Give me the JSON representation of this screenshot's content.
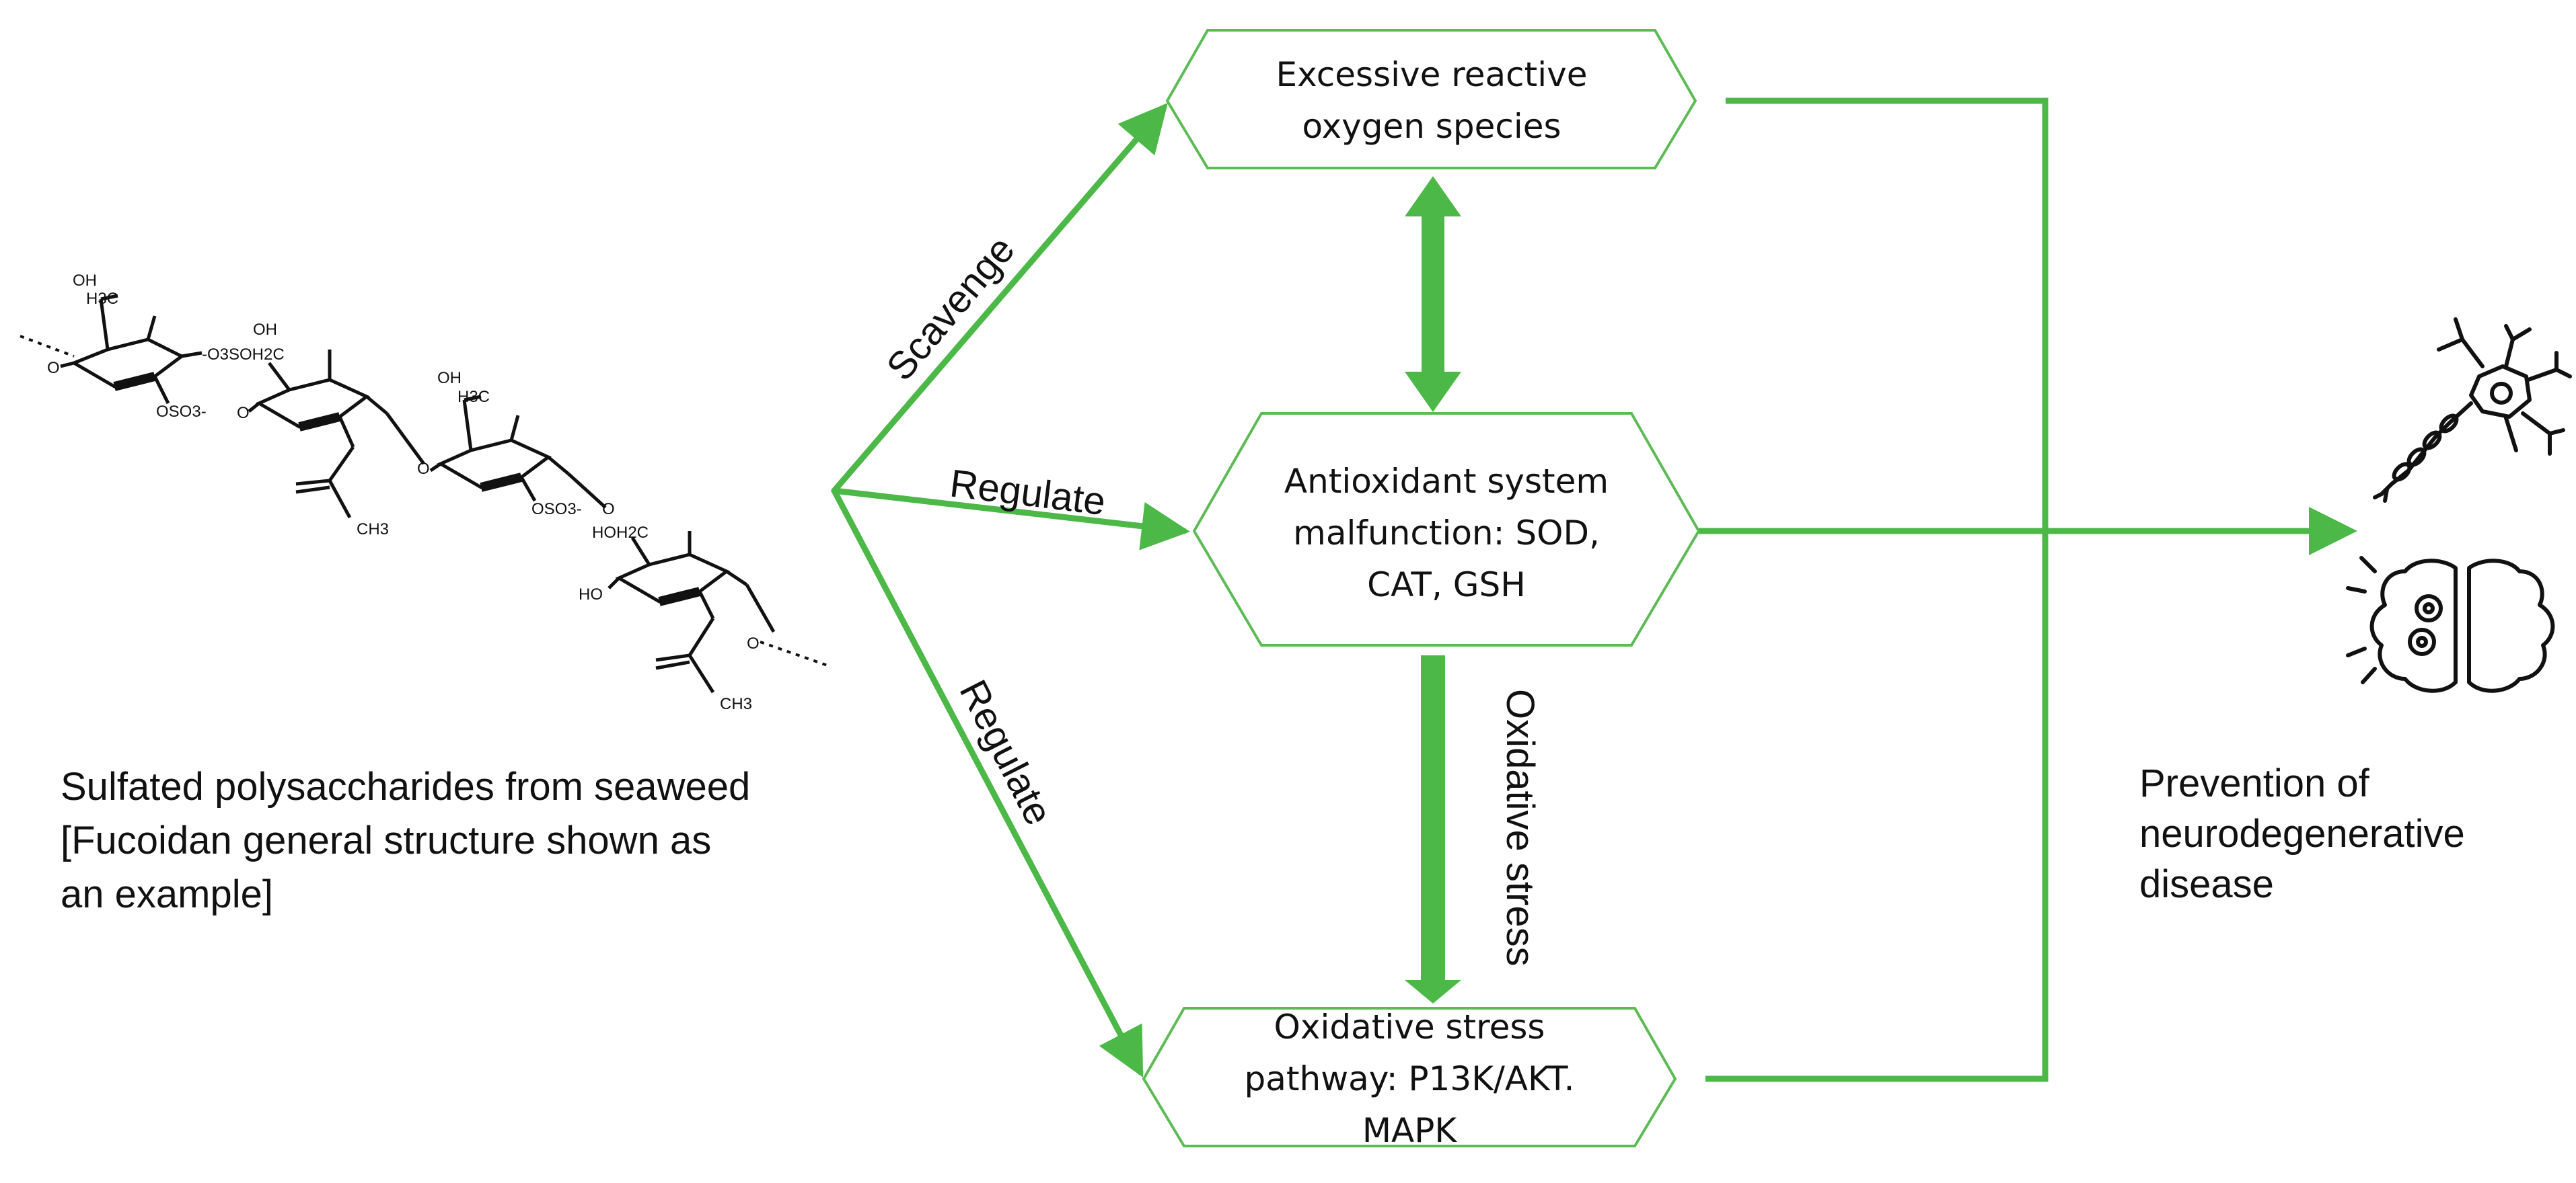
{
  "colors": {
    "accent": "#4CB847",
    "box_stroke": "#5DBB55",
    "ink": "#111111"
  },
  "left_caption": {
    "line1": "Sulfated polysaccharides from seaweed",
    "line2": "[Fucoidan general structure shown as",
    "line3": "an example]"
  },
  "arrow_labels": {
    "scavenge": "Scavenge",
    "regulate_mid": "Regulate",
    "regulate_low": "Regulate",
    "oxidative_stress": "Oxidative stress"
  },
  "boxes": {
    "ros": {
      "line1": "Excessive reactive",
      "line2": "oxygen species"
    },
    "antioxidant": {
      "line1": "Antioxidant system",
      "line2": "malfunction: SOD,",
      "line3": "CAT, GSH"
    },
    "pathway": {
      "line1": "Oxidative stress",
      "line2": "pathway: P13K/AKT.",
      "line3": "MAPK"
    }
  },
  "outcome": {
    "line1": "Prevention of",
    "line2": "neurodegenerative",
    "line3": "disease"
  },
  "icons": [
    "neuron-icon",
    "brain-gears-icon"
  ],
  "structure_labels": {
    "oh1": "OH",
    "h3c1": "H3C",
    "o_left": "O",
    "oso3_1": "OSO3-",
    "o3so_1": "-O3SOH2C",
    "oh2": "OH",
    "o_link1": "O",
    "ch3_ac1": "CH3",
    "oh3": "OH",
    "h3c2": "H3C",
    "o_link2": "O",
    "oso3_2": "OSO3-",
    "o_link3": "O",
    "hoh2c": "HOH2C",
    "ho": "HO",
    "o_end": "O",
    "ch3_ac2": "CH3"
  }
}
